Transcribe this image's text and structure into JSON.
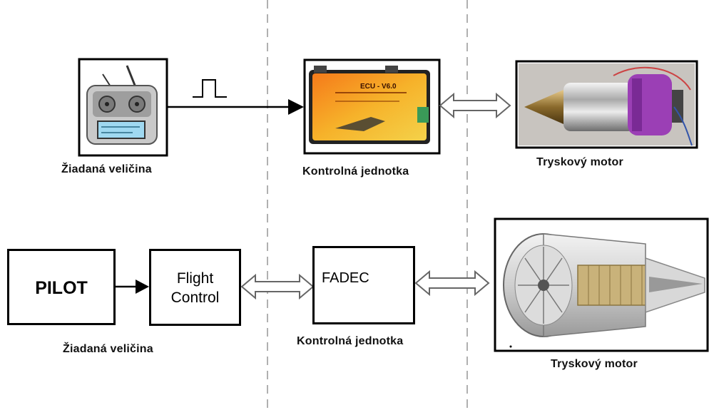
{
  "top_row": {
    "input_label": "Žiadaná veličina",
    "controller_label": "Kontrolná jednotka",
    "engine_label": "Tryskový motor",
    "ecu_device_text": "ECU - V6.0",
    "transmitter_icon": "rc-transmitter-icon",
    "ecu_icon": "ecu-unit-icon",
    "engine_icon": "jet-engine-photo-icon"
  },
  "bottom_row": {
    "pilot_label": "PILOT",
    "flight_control_line1": "Flight",
    "flight_control_line2": "Control",
    "fadec_label": "FADEC",
    "input_label": "Žiadaná veličina",
    "controller_label": "Kontrolná jednotka",
    "engine_label": "Tryskový motor",
    "engine_icon": "turbofan-cutaway-icon"
  },
  "colors": {
    "ecu_orange": "#f0a020",
    "motor_purple": "#9b3fb5",
    "divider_gray": "#b0b0b0"
  }
}
